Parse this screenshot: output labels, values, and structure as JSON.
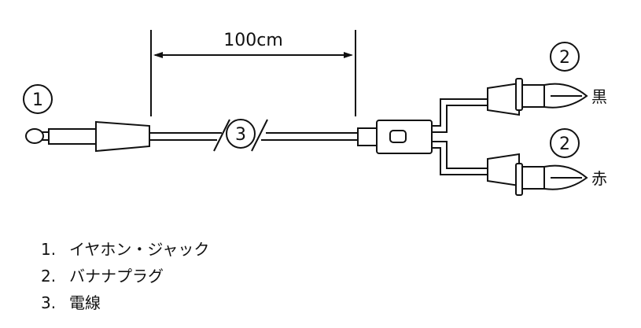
{
  "diagram": {
    "dimension_label": "100cm",
    "callouts": {
      "jack": "1",
      "plug_black": "2",
      "plug_red": "2",
      "cable": "3"
    },
    "color_labels": {
      "black": "黒",
      "red": "赤"
    }
  },
  "legend": {
    "items": [
      {
        "num": "1.",
        "text": "イヤホン・ジャック"
      },
      {
        "num": "2.",
        "text": "バナナプラグ"
      },
      {
        "num": "3.",
        "text": "電線"
      }
    ]
  }
}
